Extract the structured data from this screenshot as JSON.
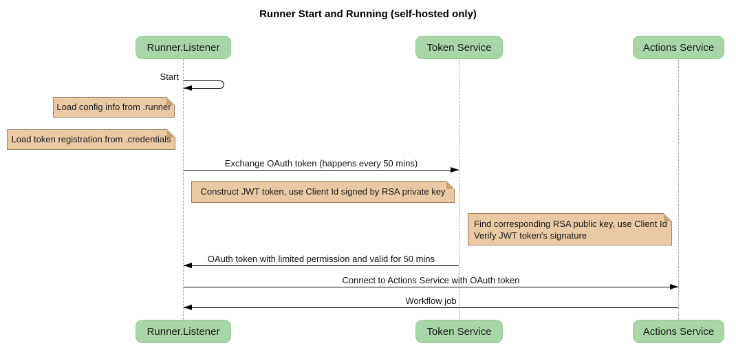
{
  "title": "Runner Start and Running (self-hosted only)",
  "actors": [
    {
      "id": "runner-listener",
      "label": "Runner.Listener"
    },
    {
      "id": "token-service",
      "label": "Token Service"
    },
    {
      "id": "actions-service",
      "label": "Actions Service"
    }
  ],
  "self_message": {
    "label": "Start",
    "actor": "Runner.Listener"
  },
  "notes": [
    {
      "text": "Load config info from .runner",
      "position": "left of Runner.Listener"
    },
    {
      "text": "Load token registration from .credentials",
      "position": "left of Runner.Listener"
    },
    {
      "text": "Construct JWT token, use Client Id signed by RSA private key",
      "position": "between Runner.Listener and Token Service"
    },
    {
      "line1": "Find corresponding RSA public key, use Client Id",
      "line2": "Verify JWT token's signature",
      "position": "left of Actions Service"
    }
  ],
  "messages": [
    {
      "label": "Exchange OAuth token (happens every 50 mins)",
      "from": "Runner.Listener",
      "to": "Token Service",
      "direction": "right"
    },
    {
      "label": "OAuth token with limited permission and valid for 50 mins",
      "from": "Token Service",
      "to": "Runner.Listener",
      "direction": "left"
    },
    {
      "label": "Connect to Actions Service with OAuth token",
      "from": "Runner.Listener",
      "to": "Actions Service",
      "direction": "right"
    },
    {
      "label": "Workflow job",
      "from": "Actions Service",
      "to": "Runner.Listener",
      "direction": "left"
    }
  ],
  "colors": {
    "actor_fill": "#a7d7a7",
    "actor_border": "#94c894",
    "note_fill": "#ebc9a4",
    "note_border": "#9e805a",
    "note_fold": "#c9a275",
    "lifeline": "#a0a0a0",
    "arrow": "#000000",
    "background": "#ffffff"
  }
}
